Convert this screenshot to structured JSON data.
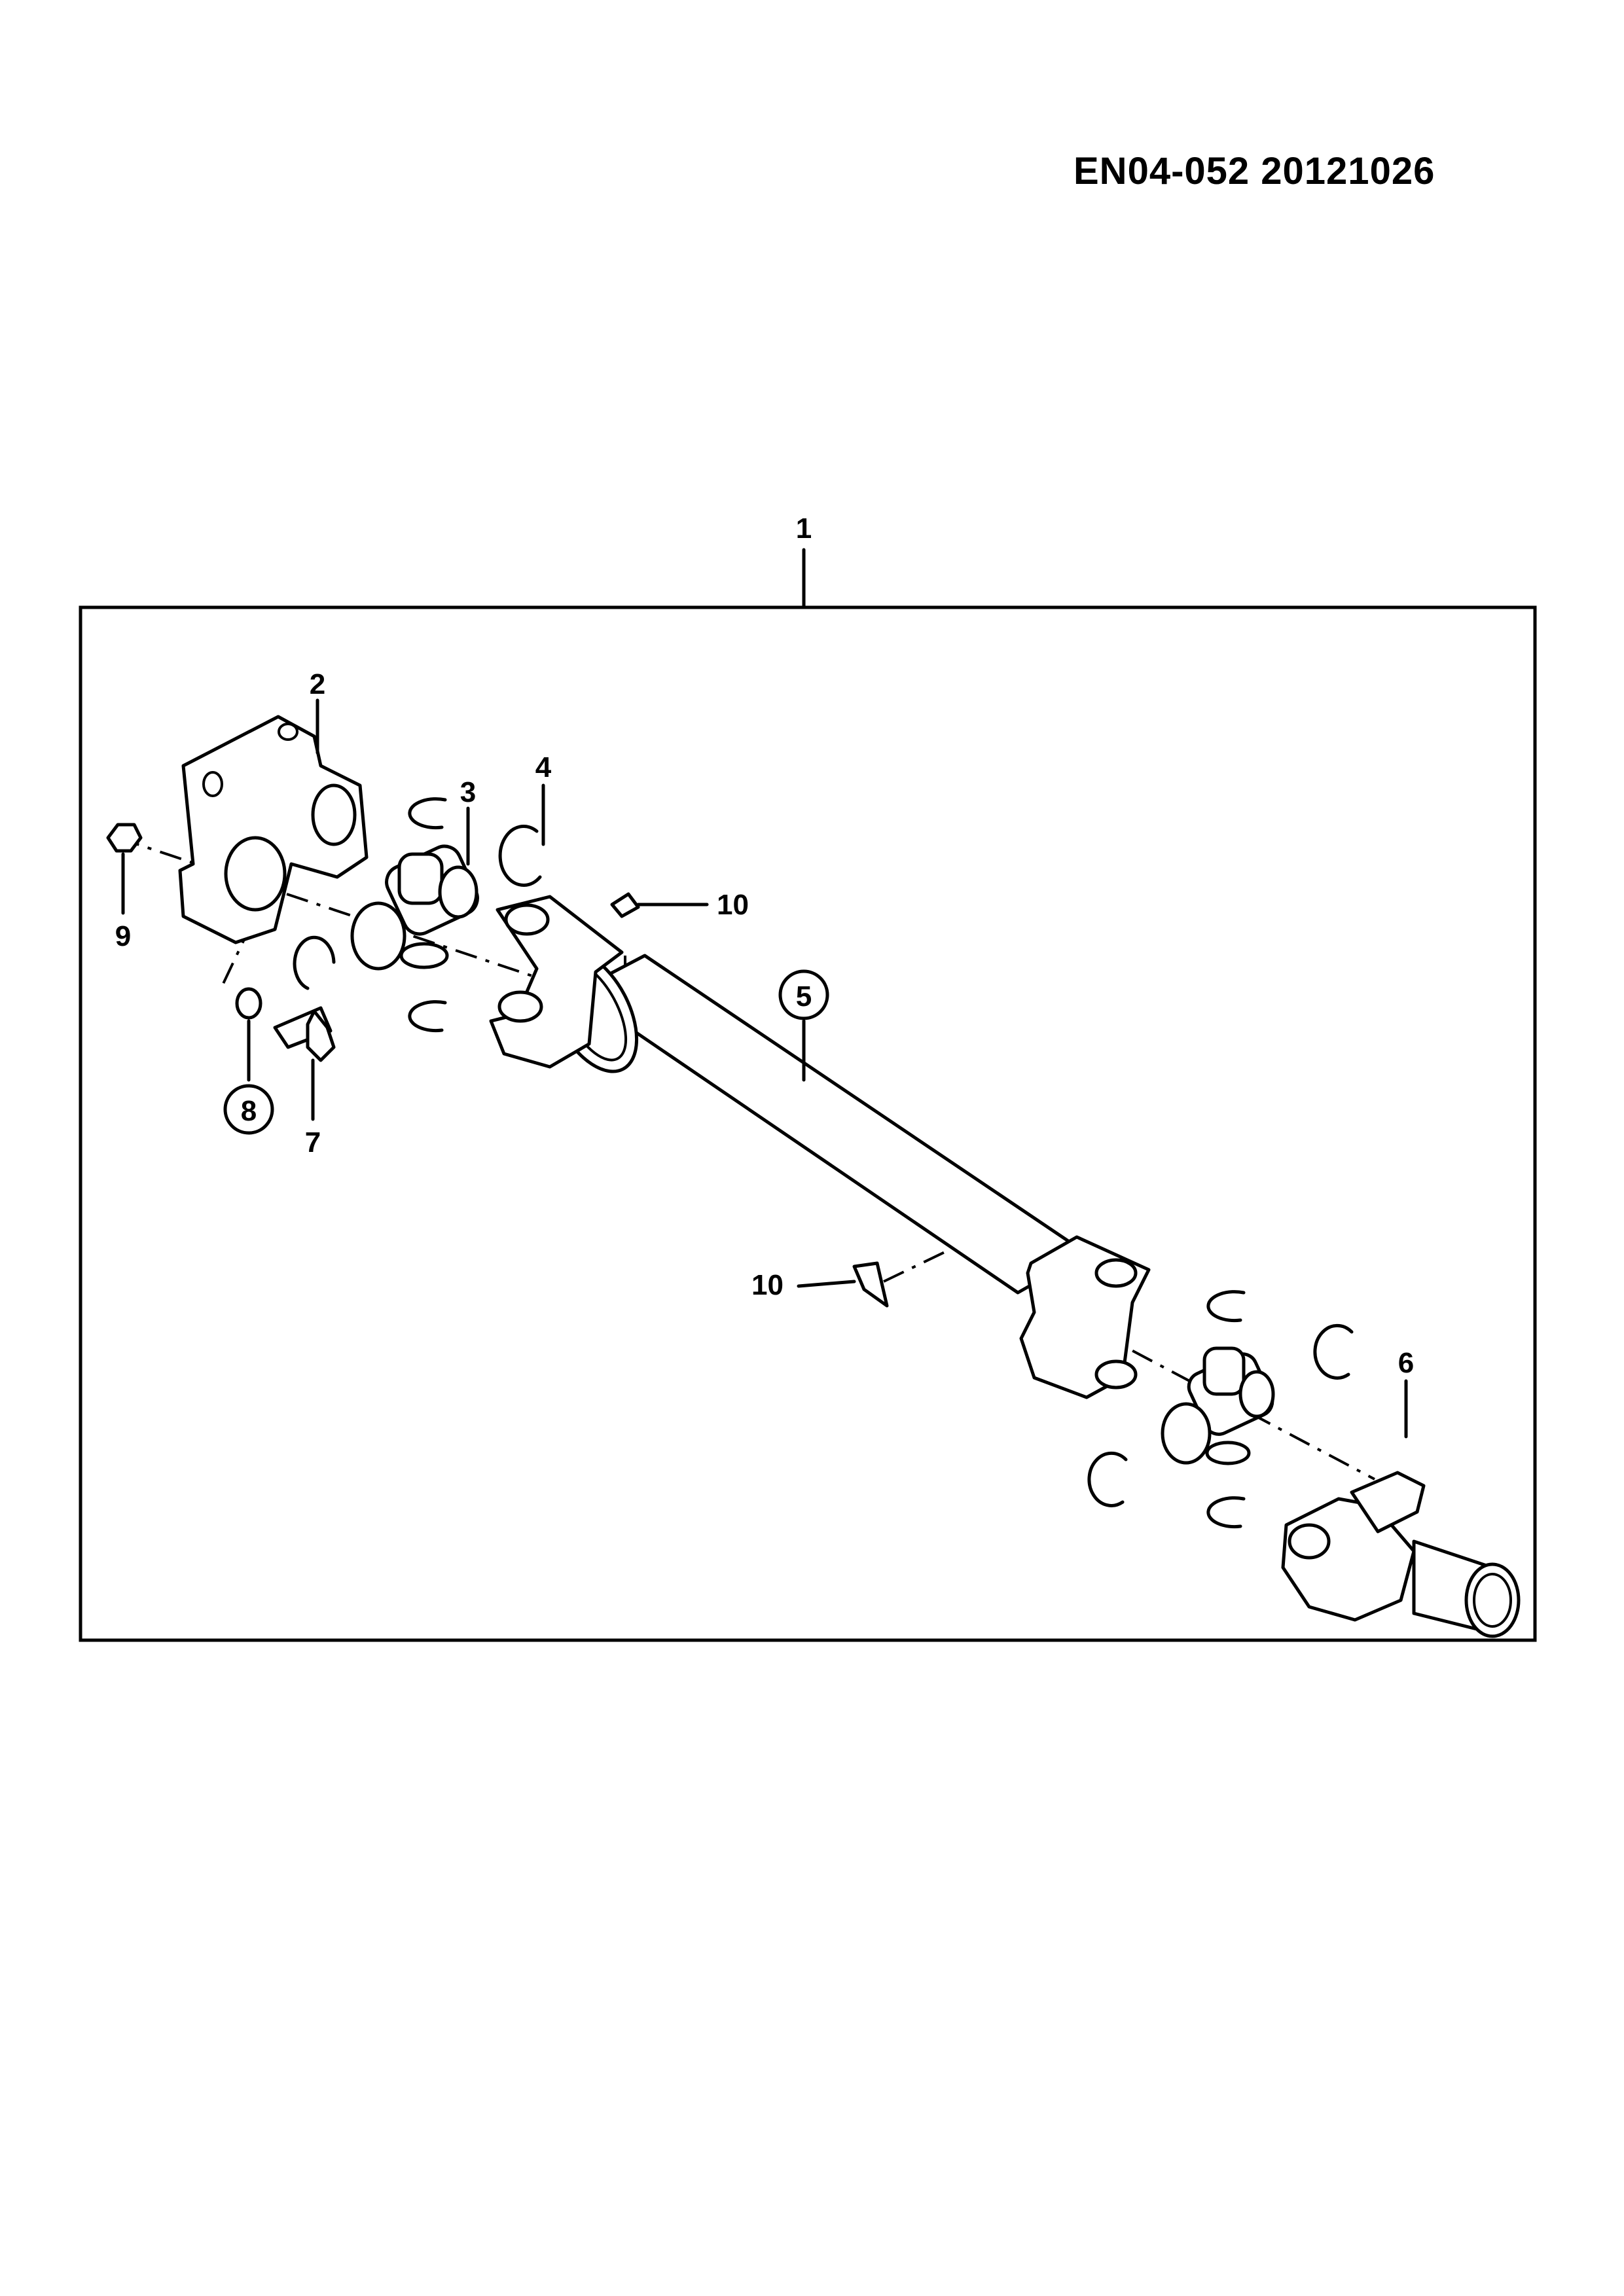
{
  "header": {
    "doc_code": "EN04-052  20121026"
  },
  "callouts": {
    "c1": "1",
    "c2": "2",
    "c3": "3",
    "c4": "4",
    "c5": "5",
    "c6": "6",
    "c7": "7",
    "c8": "8",
    "c9": "9",
    "c10a": "10",
    "c10b": "10"
  }
}
